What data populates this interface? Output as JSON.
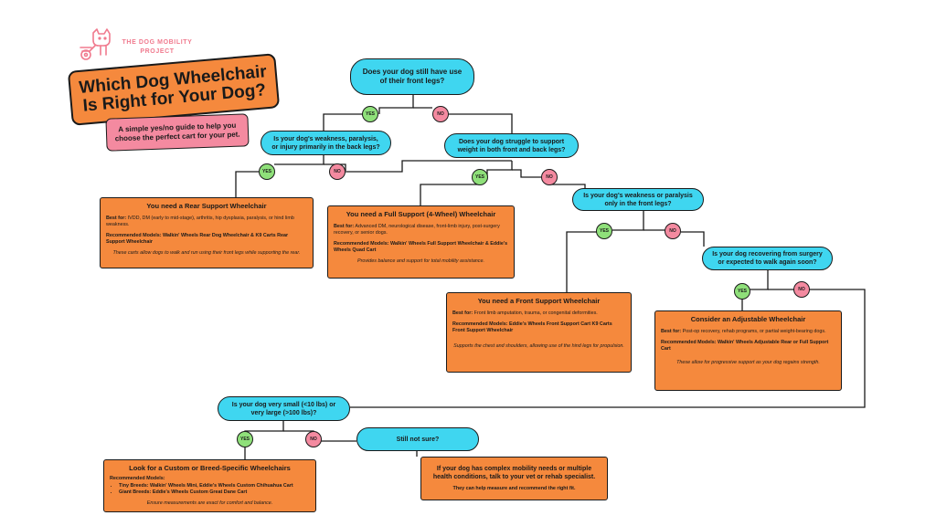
{
  "brand": {
    "name_line1": "THE DOG MOBILITY",
    "name_line2": "PROJECT",
    "logo_icon": "dog-wheelchair-icon",
    "accent": "#f07a8e"
  },
  "title": {
    "line1": "Which Dog Wheelchair",
    "line2": "Is Right for Your Dog?"
  },
  "subtitle": {
    "line1": "A simple yes/no guide to help you",
    "line2": "choose the perfect cart for your pet."
  },
  "labels": {
    "yes": "YES",
    "no": "NO"
  },
  "colors": {
    "question": "#3fd6f0",
    "result": "#f5893d",
    "yes": "#8fe07a",
    "no": "#f48aa0",
    "title_bg": "#f5893d",
    "subtitle_bg": "#f48aa0"
  },
  "questions": {
    "q1": "Does your dog still have use of their front legs?",
    "q2": "Is your dog's weakness, paralysis, or injury primarily in the back legs?",
    "q3": "Does your dog struggle to support weight in both front and back legs?",
    "q4": "Is your dog's weakness or paralysis only in the front legs?",
    "q5": "Is your dog recovering from surgery or expected to walk again soon?",
    "q6": "Is your dog very small (<10 lbs) or very large (>100 lbs)?",
    "q7": "Still not sure?"
  },
  "results": {
    "rear": {
      "title": "You need a Rear Support Wheelchair",
      "best_label": "Best for:",
      "best": "IVDD, DM (early to mid-stage), arthritis, hip dysplasia, paralysis, or hind limb weakness.",
      "models_label": "Recommended Models:",
      "models": "Walkin' Wheels Rear Dog Wheelchair & K9 Carts Rear Support Wheelchair",
      "note": "These carts allow dogs to walk and run using their front legs while supporting the rear."
    },
    "full": {
      "title": "You need a Full Support (4-Wheel) Wheelchair",
      "best_label": "Best for:",
      "best": "Advanced DM, neurological disease, front-limb injury, post-surgery recovery, or senior dogs.",
      "models_label": "Recommended Models:",
      "models": "Walkin' Wheels Full Support Wheelchair & Eddie's Wheels Quad Cart",
      "note": "Provides balance and support for total mobility assistance."
    },
    "front": {
      "title": "You need a Front Support Wheelchair",
      "best_label": "Best for:",
      "best": "Front limb amputation, trauma, or congenital deformities.",
      "models_label": "Recommended Models:",
      "models": "Eddie's Wheels Front Support Cart K9 Carts Front Support Wheelchair",
      "note": "Supports the chest and shoulders, allowing use of the hind legs for propulsion."
    },
    "adjustable": {
      "title": "Consider an Adjustable Wheelchair",
      "best_label": "Best for:",
      "best": "Post-op recovery, rehab programs, or partial weight-bearing dogs.",
      "models_label": "Recommended Models:",
      "models": "Walkin' Wheels Adjustable Rear or Full Support Cart",
      "note": "These allow for progressive support as your dog regains strength."
    },
    "custom": {
      "title": "Look for a Custom or Breed-Specific Wheelchairs",
      "models_label": "Recommended Models:",
      "items": [
        "Tiny Breeds: Walkin' Wheels Mini, Eddie's Wheels Custom Chihuahua Cart",
        "Giant Breeds: Eddie's Wheels Custom Great Dane Cart"
      ],
      "note": "Ensure measurements are exact for comfort and balance."
    },
    "vet": {
      "title": "If your dog has complex mobility needs or multiple health conditions, talk to your vet or rehab specialist.",
      "note": "They can help measure and recommend the right fit."
    }
  }
}
